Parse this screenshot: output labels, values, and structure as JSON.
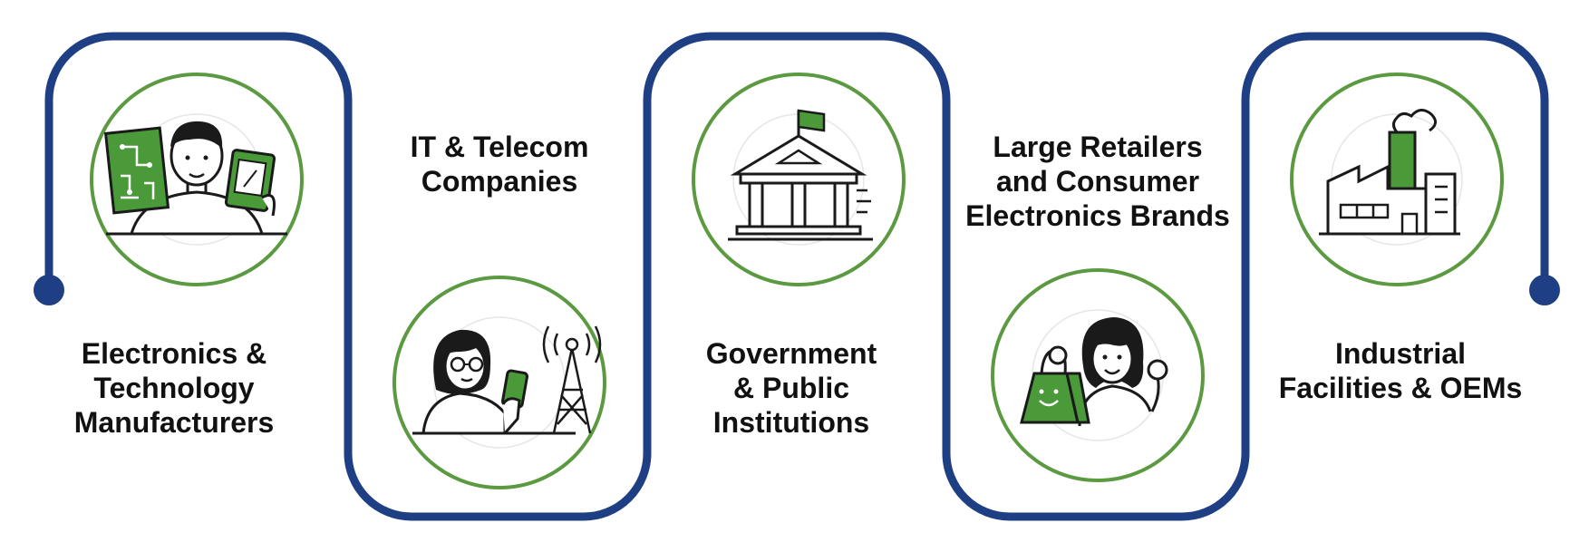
{
  "colors": {
    "path": "#1f3f84",
    "circle": "#5b9a41",
    "accent_fill": "#4a9a3a",
    "ink": "#1a1a1a",
    "text": "#111111"
  },
  "segments": [
    {
      "id": "electronics",
      "label_lines": [
        "Electronics &",
        "Technology",
        "Manufacturers"
      ],
      "icon": "engineer-with-circuit-boards-icon"
    },
    {
      "id": "telecom",
      "label_lines": [
        "IT & Telecom",
        "Companies"
      ],
      "icon": "woman-with-phone-and-cell-tower-icon"
    },
    {
      "id": "government",
      "label_lines": [
        "Government",
        "& Public",
        "Institutions"
      ],
      "icon": "government-building-icon"
    },
    {
      "id": "retail",
      "label_lines": [
        "Large Retailers",
        "and Consumer",
        "Electronics Brands"
      ],
      "icon": "shopper-with-bag-icon"
    },
    {
      "id": "industrial",
      "label_lines": [
        "Industrial",
        "Facilities & OEMs"
      ],
      "icon": "factory-icon"
    }
  ]
}
